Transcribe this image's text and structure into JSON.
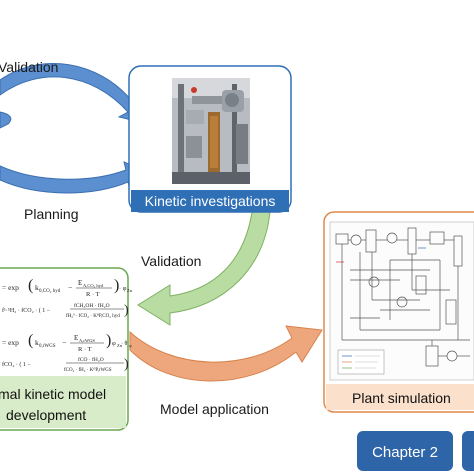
{
  "labels": {
    "validation_top": "Validation",
    "planning": "Planning",
    "validation_mid": "Validation",
    "model_application": "Model application"
  },
  "boxes": {
    "kinetic_investigations": "Kinetic investigations",
    "kinetic_model_line1": "mal kinetic model",
    "kinetic_model_line2": "development",
    "plant_simulation": "Plant simulation",
    "chapter_2": "Chapter 2"
  },
  "equations": {
    "r1_lhs": "= exp",
    "r1_k": "k",
    "r1_k_sub": "0,CO₂ hyd",
    "r1_e": "E",
    "r1_e_sub": "A,CO₂ hyd",
    "r1_rt": "R · T",
    "r1_phi": "· φ",
    "r1_phi_sub": "Zn",
    "r1_line2": "f¹·⁵H₂ · fCO₂ · ( 1 −",
    "r1_frac_num": "fCH₃OH · fH₂O",
    "r1_frac_den": "fH₂³ · fCO₂ · K⁰P,CO₂ hyd",
    "r2_lhs": "= exp",
    "r2_k": "k",
    "r2_k_sub": "0,rWGS",
    "r2_e": "E",
    "r2_e_sub": "A,rWGS",
    "r2_rt": "R · T",
    "r2_phi": "φ",
    "r2_phi_sub": "Zn",
    "r2_theta": "· θ",
    "r2_theta_sub": "φ",
    "r2_line2": "fCO₂ · ( 1 −",
    "r2_frac_num": "fCO · fH₂O",
    "r2_frac_den": "fCO₂ · fH₂ · K⁰P,rWGS"
  },
  "colors": {
    "arrow_blue": "#5b8fd0",
    "arrow_green": "#b8dca2",
    "arrow_orange": "#eea77c",
    "kinetic_box_fill": "#2f6fb6",
    "model_box_fill": "#d9ecc9",
    "model_box_border": "#6aa84f",
    "plant_box_fill": "#fbe0cc",
    "plant_box_border": "#e08a4c",
    "chapter_fill": "#2e64a8"
  }
}
